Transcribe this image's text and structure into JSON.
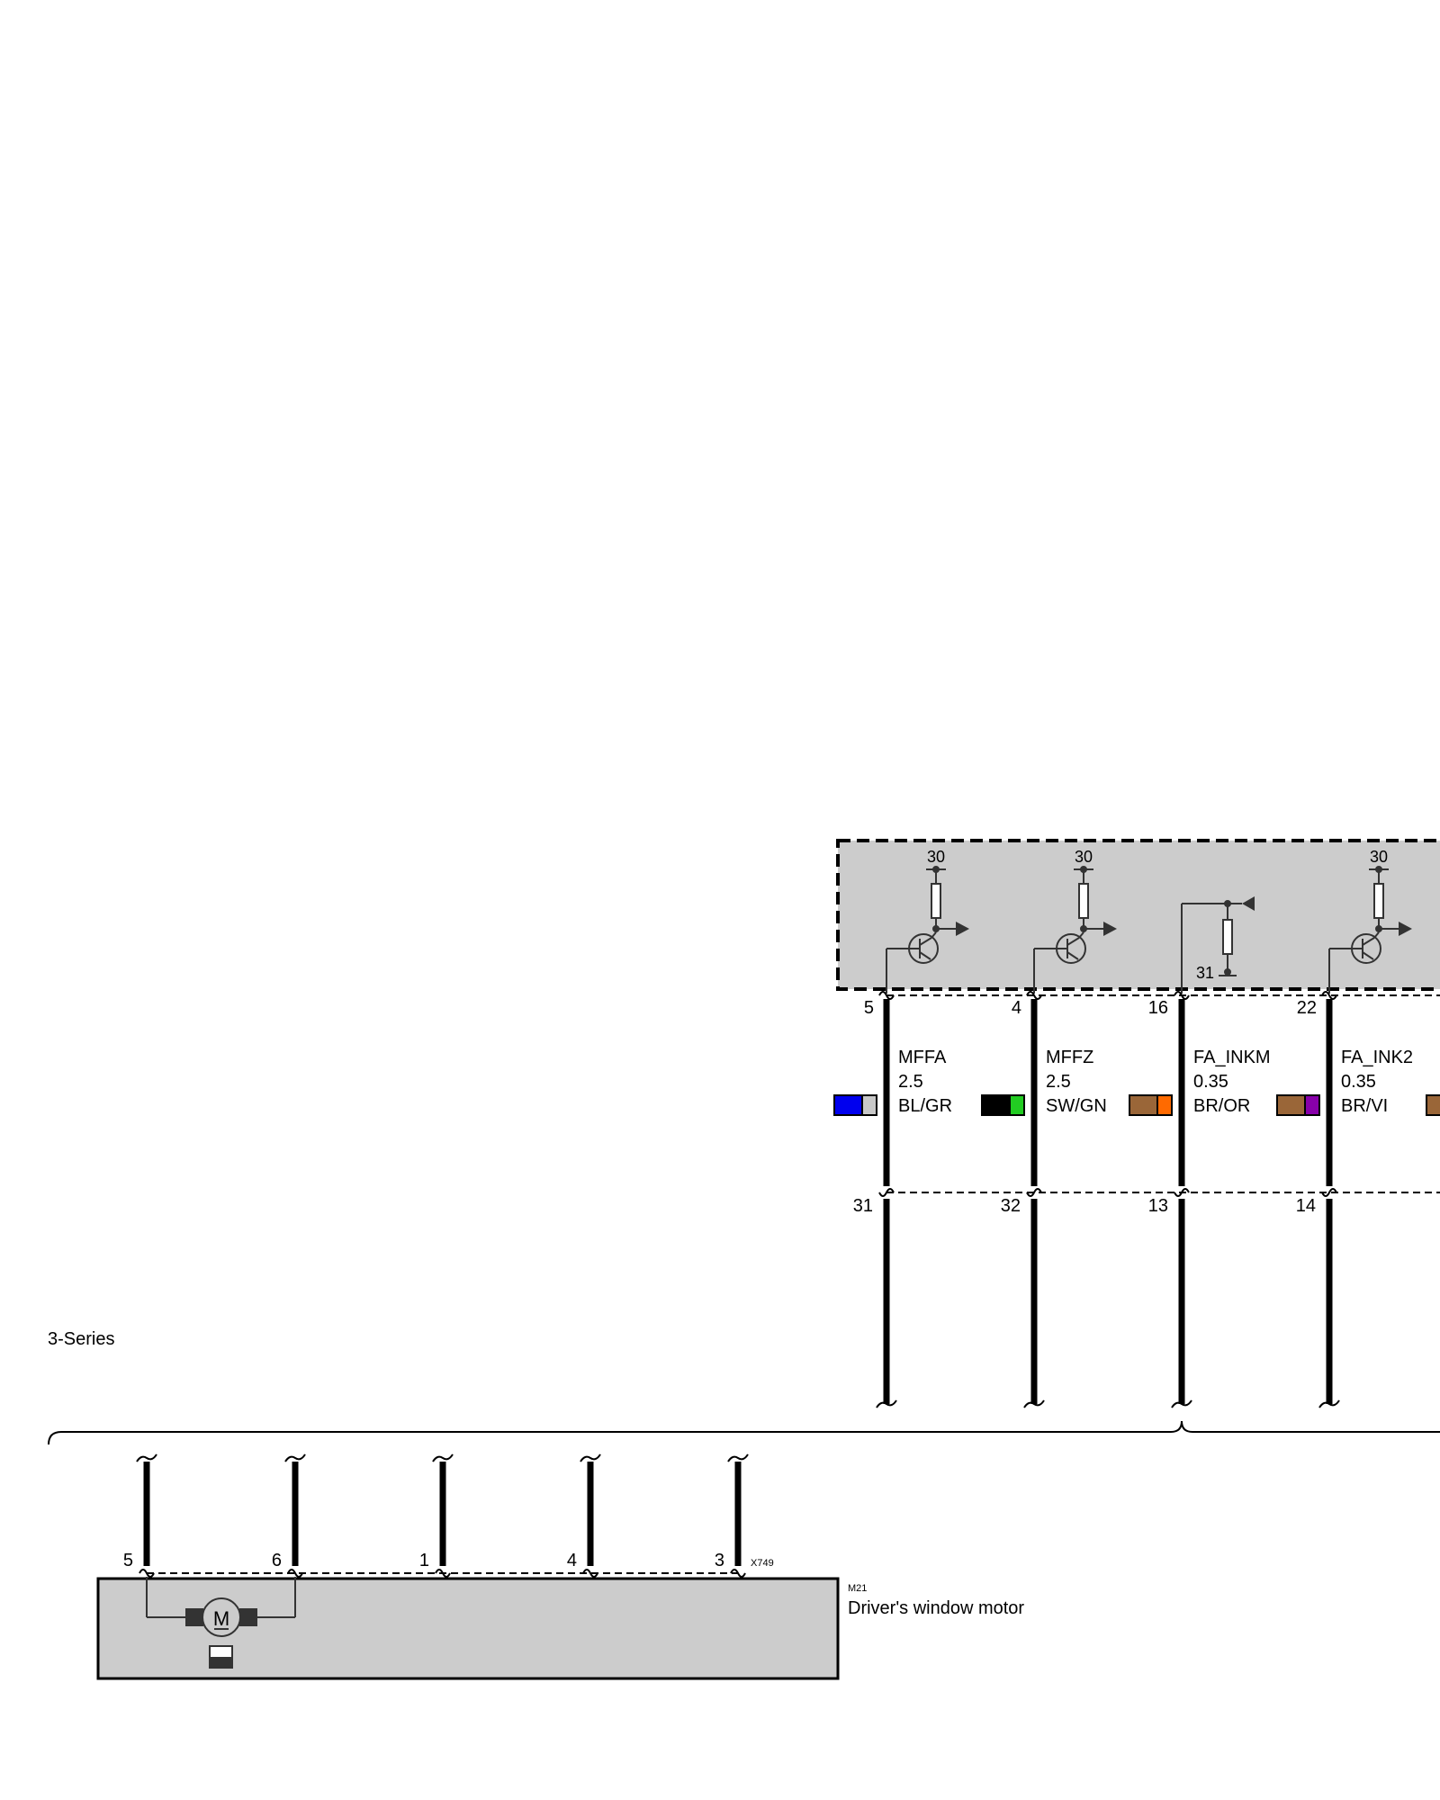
{
  "section_label": "3-Series",
  "top_module": {
    "fill": "#cccccc",
    "circuits": [
      {
        "id": "c1",
        "pin_top": "5",
        "pin_bottom": "31",
        "signal": "MFFA",
        "size": "2.5",
        "color_code": "BL/GR",
        "colors": [
          "#0000ee",
          "#c8c8c8"
        ],
        "symbol": "transistor",
        "supply": "30"
      },
      {
        "id": "c2",
        "pin_top": "4",
        "pin_bottom": "32",
        "signal": "MFFZ",
        "size": "2.5",
        "color_code": "SW/GN",
        "colors": [
          "#000000",
          "#22cc22"
        ],
        "symbol": "transistor",
        "supply": "30"
      },
      {
        "id": "c3",
        "pin_top": "16",
        "pin_bottom": "13",
        "signal": "FA_INKM",
        "size": "0.35",
        "color_code": "BR/OR",
        "colors": [
          "#9a6638",
          "#ff6a00"
        ],
        "symbol": "resistor-ground",
        "ground": "31"
      },
      {
        "id": "c4",
        "pin_top": "22",
        "pin_bottom": "14",
        "signal": "FA_INK2",
        "size": "0.35",
        "color_code": "BR/VI",
        "colors": [
          "#9a6638",
          "#8800aa"
        ],
        "symbol": "transistor",
        "supply": "30"
      }
    ],
    "partial_swatch_color": "#9a6638"
  },
  "motor": {
    "id": "M21",
    "name": "Driver's window motor",
    "connector": "X749",
    "pins": [
      "5",
      "6",
      "1",
      "4",
      "3"
    ],
    "fill": "#cccccc",
    "symbol_letter": "M"
  }
}
